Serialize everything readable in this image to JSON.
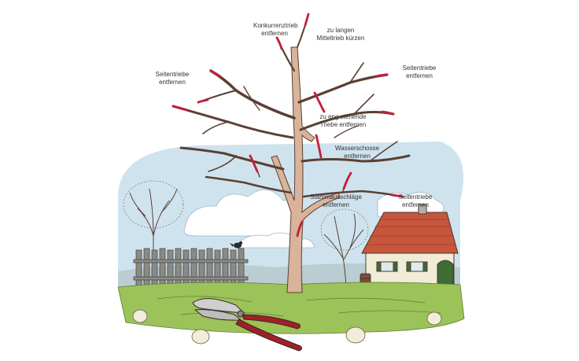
{
  "labels": {
    "konkurrenztrieb": "Konkurrenztrieb\nentfernen",
    "mitteltrieb": "zu langen\nMitteltrieb kürzen",
    "seitentriebe_left": "Seitentriebe\nentfernen",
    "seitentriebe_right_top": "Seitentriebe\nentfernen",
    "eng_stehende": "zu eng stehende\nTriebe entfernen",
    "wasserschosse": "Wasserschosse\nentfernen",
    "stammausschlaege": "Stammausschläge\nentfernen",
    "seitentriebe_right_bottom": "Seitentriebe\nentfernen"
  },
  "colors": {
    "cut_marks": "#c41e3a",
    "trunk": "#d9b39a",
    "trunk_outline": "#5a4033",
    "sky": "#cfe3ee",
    "grass": "#9cc25a",
    "roof": "#c6563c",
    "house_wall": "#f1ecd8",
    "shutters": "#3f6b35",
    "fence": "#8b8b86",
    "shears_handle": "#a01f2a"
  },
  "icons": {
    "shears": "pruning-shears-icon",
    "bird": "bird-icon",
    "barrel": "rain-barrel-icon"
  }
}
